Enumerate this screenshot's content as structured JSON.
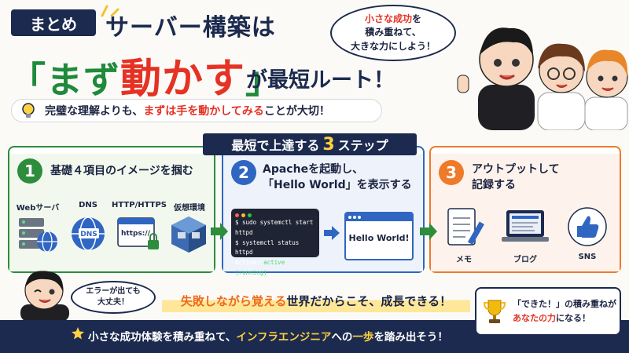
{
  "header": {
    "badge": "まとめ",
    "title_line1": "サーバー構築は",
    "title_open": "「",
    "title_mazu": "まず",
    "title_ugokasu": "動かす",
    "title_close": "」",
    "title_line3": "が最短ルート！"
  },
  "subtitle": {
    "part1": "完璧な理解よりも、",
    "part2": "まずは手を動かしてみる",
    "part3": "ことが大切！"
  },
  "bubble_top": {
    "line1_red": "小さな成功",
    "line1_rest": "を",
    "line2": "積み重ねて、",
    "line3": "大きな力にしよう！"
  },
  "steps_banner": {
    "prefix": "最短で上達する",
    "number": "3",
    "suffix": "ステップ"
  },
  "step1": {
    "num": "1",
    "title": "基礎４項目のイメージを掴む",
    "items": [
      {
        "label": "Webサーバー",
        "icon": "server-globe-icon"
      },
      {
        "label": "DNS",
        "icon": "dns-globe-icon"
      },
      {
        "label": "HTTP/HTTPS",
        "icon": "https-browser-lock-icon"
      },
      {
        "label": "仮想環境",
        "icon": "virtual-box-icon"
      }
    ],
    "https_text": "https://"
  },
  "step2": {
    "num": "2",
    "title_line1": "Apacheを起動し、",
    "title_line2": "「Hello World」を表示する",
    "terminal": {
      "line1": "$ sudo systemctl start httpd",
      "line2": "$ systemctl status httpd",
      "line3_prefix": "Active: ",
      "line3_status": "active (running)"
    },
    "browser_text": "Hello World!"
  },
  "step3": {
    "num": "3",
    "title_line1": "アウトプットして",
    "title_line2": "記録する",
    "items": [
      {
        "label": "メモ",
        "icon": "notepad-pen-icon"
      },
      {
        "label": "ブログ",
        "icon": "laptop-blog-icon"
      },
      {
        "label": "SNS",
        "icon": "thumbs-up-icon"
      }
    ]
  },
  "bubble_err": {
    "line1": "エラーが出ても",
    "line2": "大丈夫！"
  },
  "fail_message": {
    "part1": "失敗しながら覚える",
    "part2": "世界だからこそ、成長できる！"
  },
  "trophy": {
    "line1": "「できた！」の積み重ねが",
    "line2_red": "あなたの力",
    "line2_rest": "になる！"
  },
  "bottom": {
    "part1": "小さな成功体験を積み重ねて、",
    "part2": "インフラエンジニア",
    "part3": "への",
    "part4": "一歩",
    "part5": "を踏み出そう！"
  },
  "colors": {
    "navy": "#1c2a4f",
    "green": "#2e8c3d",
    "blue": "#2f66c2",
    "orange": "#ee7a2a",
    "red": "#e53224"
  }
}
